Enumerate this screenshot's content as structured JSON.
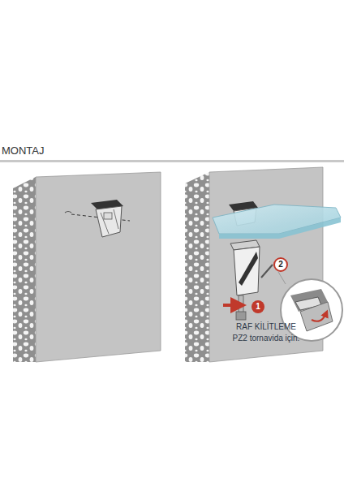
{
  "diagram": {
    "title": "MONTAJ",
    "labels": [
      "1",
      "2",
      "RAF KİLİTLEME",
      "PZ2 tornavida için."
    ]
  }
}
